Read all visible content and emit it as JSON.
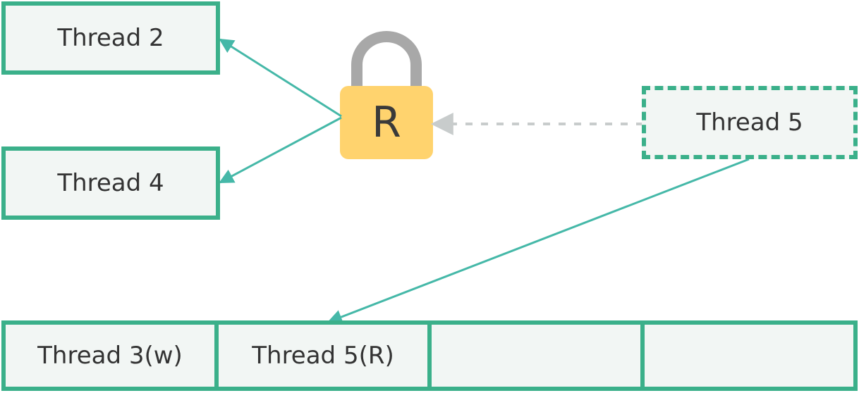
{
  "threads": {
    "thread2": "Thread 2",
    "thread4": "Thread 4",
    "thread5": "Thread 5"
  },
  "lock": {
    "label": "R",
    "icon": "lock-icon",
    "body_color": "#ffd36e",
    "shackle_color": "#a8a8a8"
  },
  "queue": {
    "slots": [
      "Thread 3(w)",
      "Thread 5(R)",
      "",
      ""
    ]
  },
  "colors": {
    "accent": "#3bb08a",
    "box_fill": "#f2f6f4",
    "arrow": "#45b8a8",
    "dotted_arrow": "#c8cccc"
  }
}
